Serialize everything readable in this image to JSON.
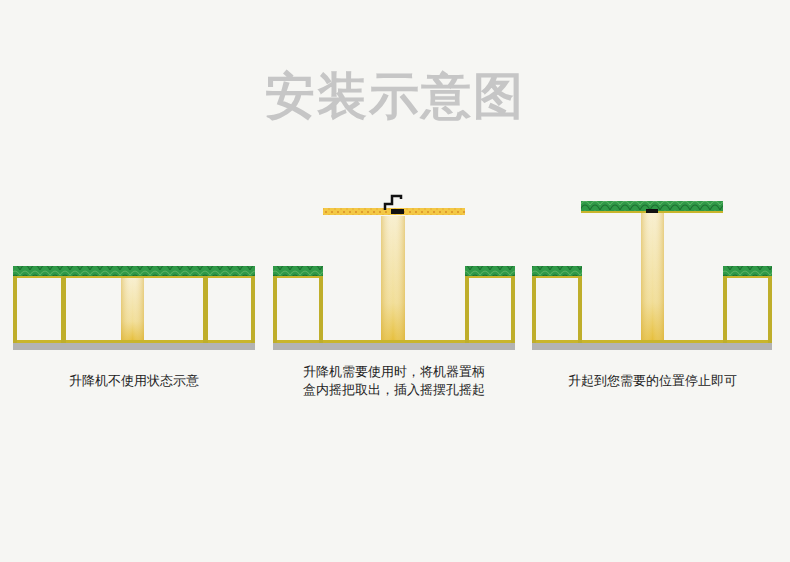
{
  "diagram": {
    "title": "安装示意图",
    "labels": [
      "升降机不使用状态示意",
      "升降机需要使用时，将机器置柄盒内摇把取出，插入摇摆孔摇起",
      "升起到您需要的位置停止即可"
    ]
  }
}
